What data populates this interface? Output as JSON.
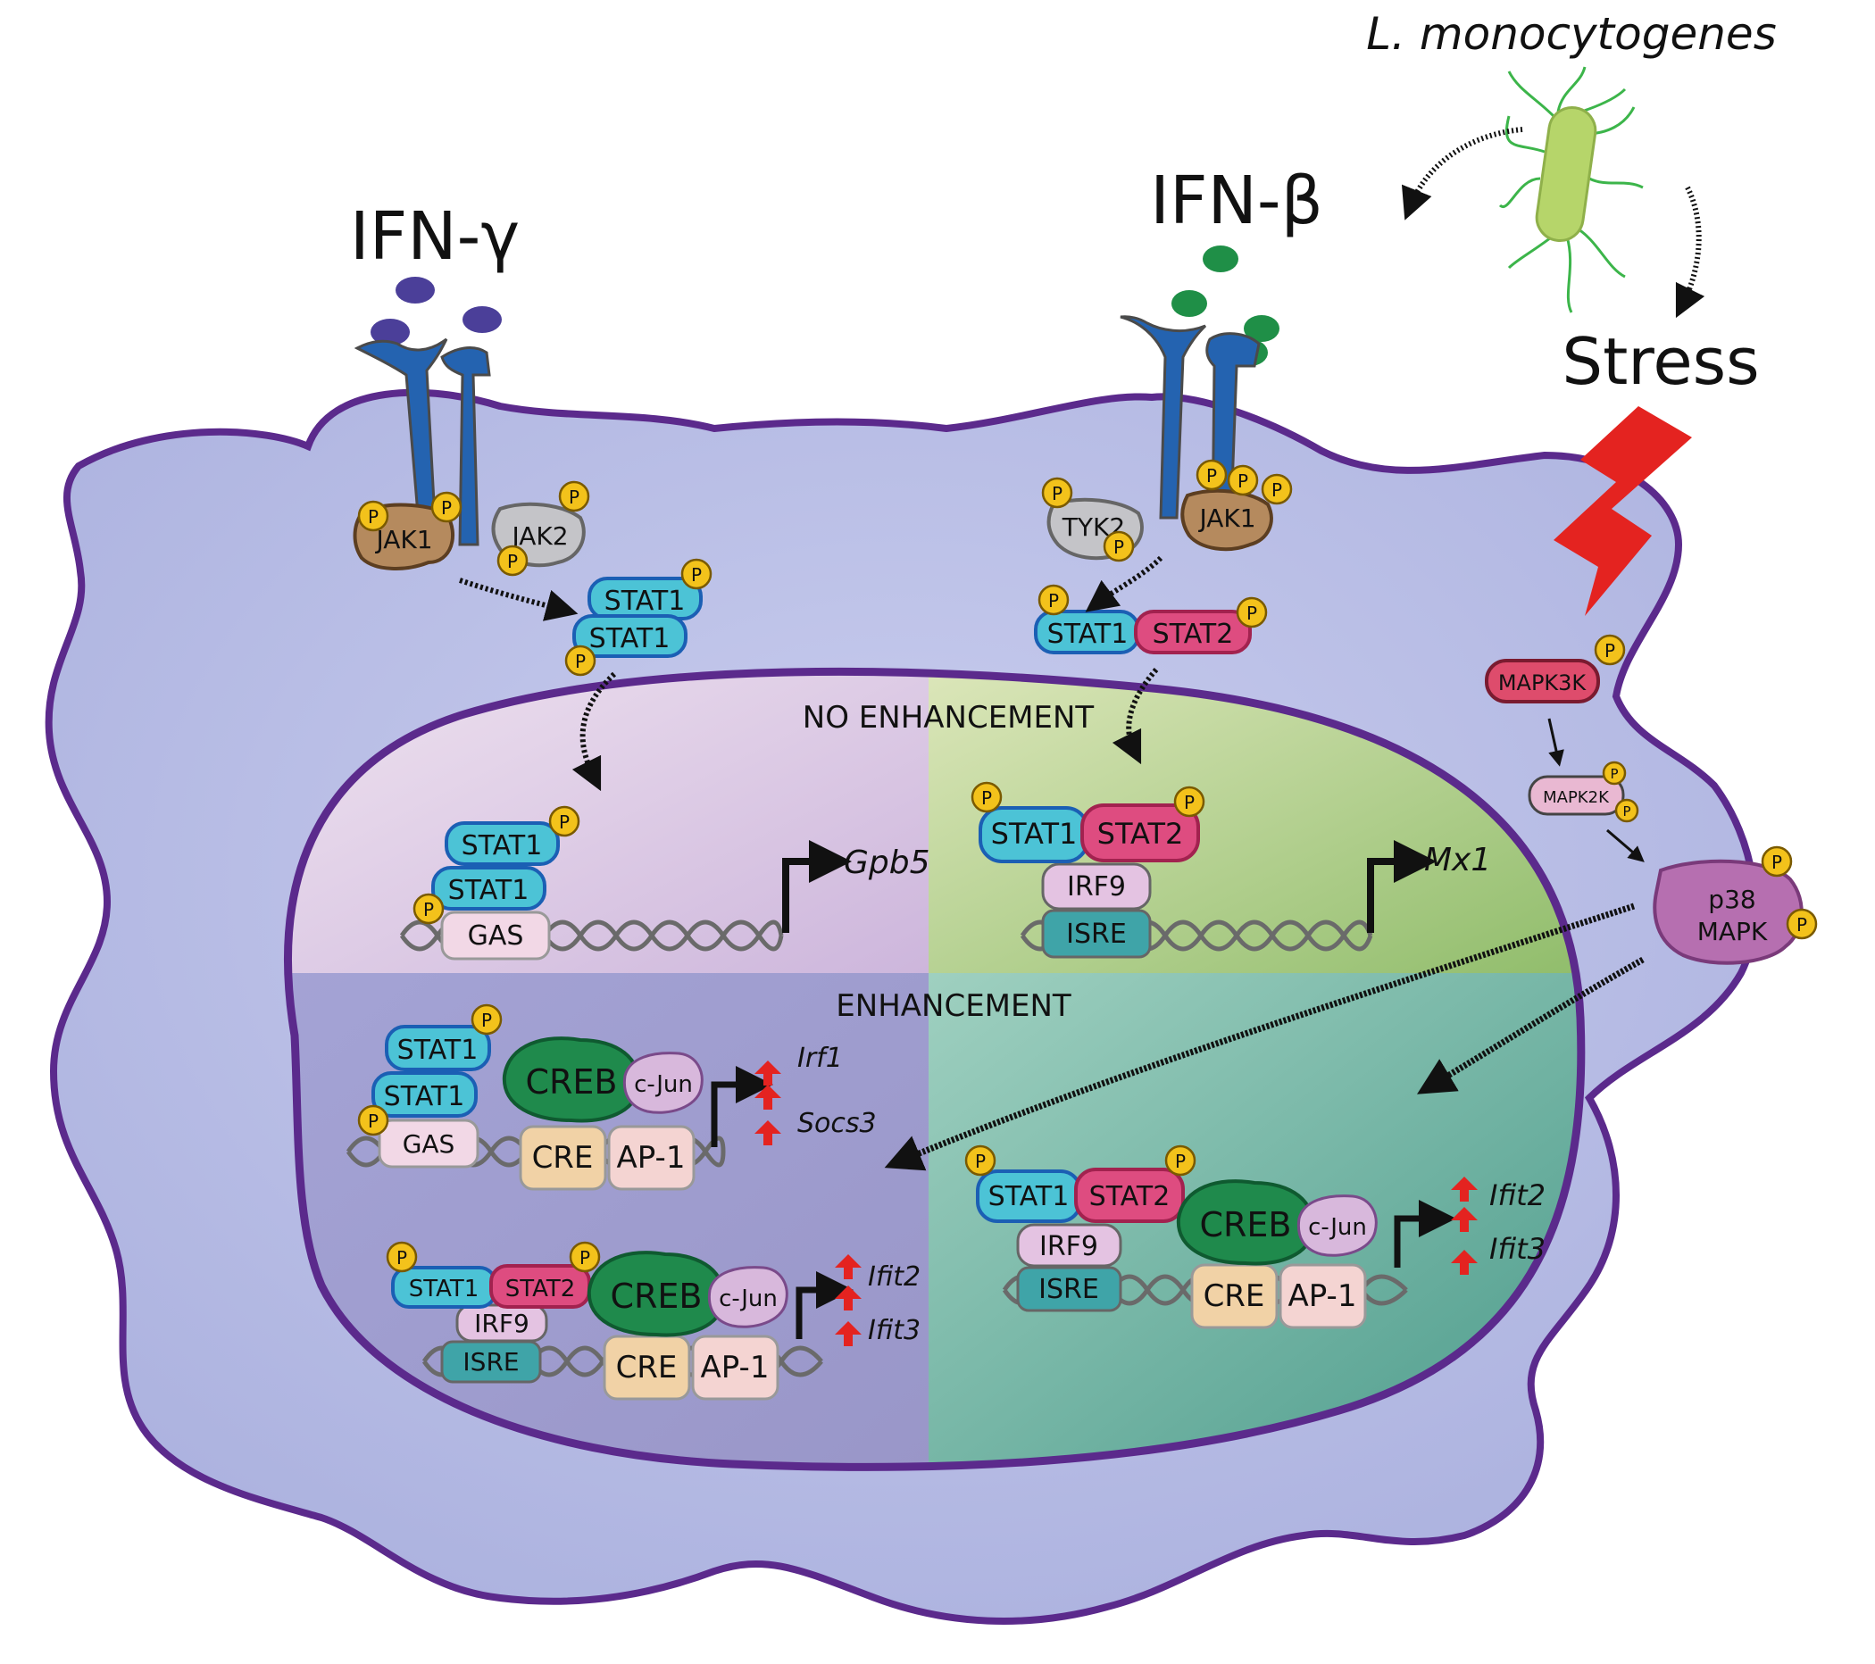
{
  "ligands": {
    "ifn_gamma": "IFN-γ",
    "ifn_beta": "IFN-β",
    "pathogen": "L. monocytogenes",
    "stress": "Stress"
  },
  "kinases": {
    "jak1": "JAK1",
    "jak2": "JAK2",
    "tyk2": "TYK2",
    "mapk3k": "MAPK3K",
    "mapk2k": "MAPK2K",
    "p38_line1": "p38",
    "p38_line2": "MAPK",
    "phospho": "P"
  },
  "factors": {
    "stat1": "STAT1",
    "stat2": "STAT2",
    "irf9": "IRF9",
    "creb": "CREB",
    "cjun": "c-Jun"
  },
  "elements": {
    "gas": "GAS",
    "isre": "ISRE",
    "cre": "CRE",
    "ap1": "AP-1"
  },
  "sections": {
    "no_enhancement": "NO ENHANCEMENT",
    "enhancement": "ENHANCEMENT"
  },
  "genes": {
    "gpb5": "Gpb5",
    "mx1": "Mx1",
    "irf1": "Irf1",
    "socs3": "Socs3",
    "ifit2": "Ifit2",
    "ifit3": "Ifit3"
  },
  "colors": {
    "cell": "#b3b9e2",
    "cell_border": "#5b2a8c",
    "nucleus_border": "#5b2a8c",
    "q_top_left": "#dcc8e6",
    "q_top_right": "#bcd39a",
    "q_bottom_left": "#9f9ed1",
    "q_bottom_right": "#6aac9c",
    "receptor": "#2463b0",
    "stat1": "#4cc3d6",
    "stat2": "#de4c80",
    "creb": "#1f8a4c",
    "phospho": "#f3c21b",
    "arrow_up": "#e42320",
    "lightning": "#e42320"
  }
}
